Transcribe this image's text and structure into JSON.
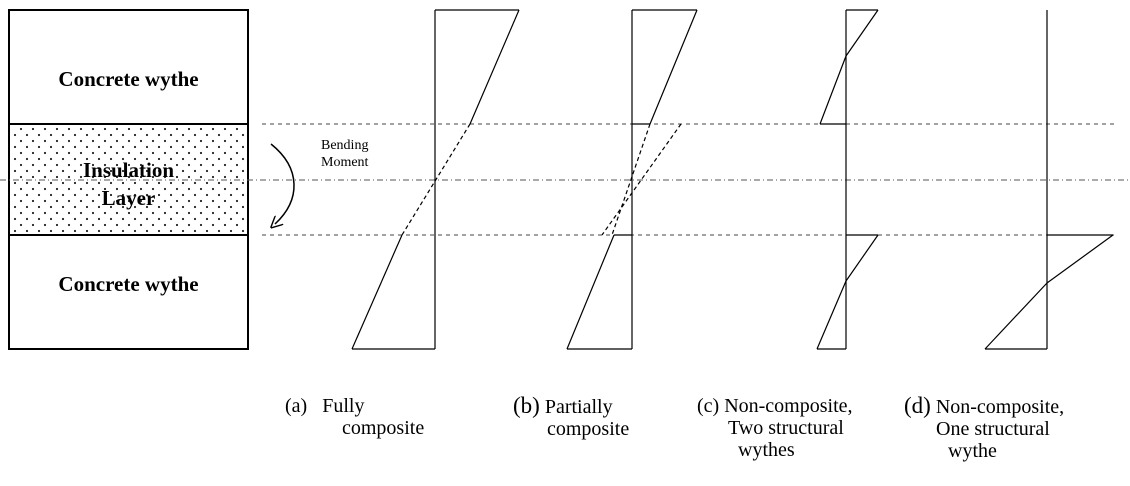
{
  "section": {
    "top_wythe": "Concrete wythe",
    "insulation_line1": "Insulation",
    "insulation_line2": "Layer",
    "bottom_wythe": "Concrete wythe"
  },
  "bending": {
    "line1": "Bending",
    "line2": "Moment"
  },
  "captions": [
    {
      "tag": "(a)",
      "line1": "Fully",
      "line2": "composite",
      "line3": ""
    },
    {
      "tag": "(b)",
      "line1": "Partially",
      "line2": "composite",
      "line3": ""
    },
    {
      "tag": "(c)",
      "line1": "Non-composite,",
      "line2": "Two structural",
      "line3": "wythes"
    },
    {
      "tag": "(d)",
      "line1": "Non-composite,",
      "line2": "One structural",
      "line3": "wythe"
    }
  ]
}
